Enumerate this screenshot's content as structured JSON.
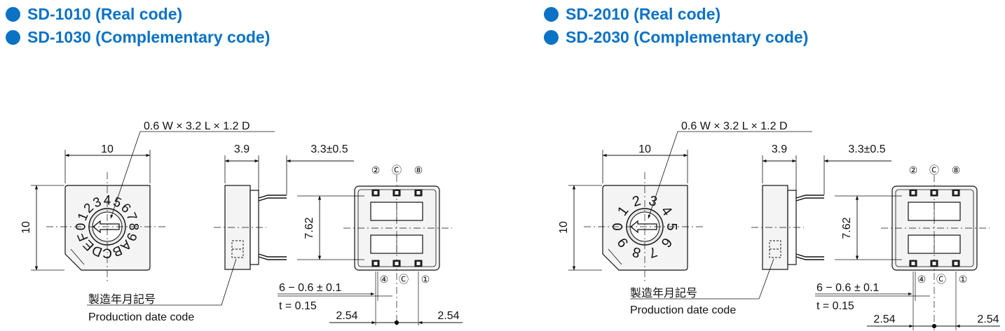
{
  "left_panel": {
    "headings": [
      "SD-1010 (Real code)",
      "SD-1030 (Complementary code)"
    ],
    "hex_digits": [
      "0",
      "1",
      "2",
      "3",
      "4",
      "5",
      "6",
      "7",
      "8",
      "9",
      "A",
      "B",
      "C",
      "D",
      "E",
      "F"
    ]
  },
  "right_panel": {
    "headings": [
      "SD-2010 (Real code)",
      "SD-2030 (Complementary code)"
    ],
    "dec_digits": [
      "0",
      "1",
      "2",
      "3",
      "4",
      "5",
      "6",
      "7",
      "8",
      "9"
    ]
  },
  "dims": {
    "slot": "0.6 W × 3.2 L × 1.2 D",
    "body_w": "10",
    "body_h": "10",
    "side_depth": "3.9",
    "pin_len": "3.3±0.5",
    "pin_pitch_v": "7.62",
    "pin_spec": "6 − 0.6 ± 0.1",
    "thickness": "t = 0.15",
    "pin_pitch_h": "2.54",
    "date_label_jp": "製造年月記号",
    "date_label_en": "Production date code",
    "pin_top_labels": [
      "②",
      "Ⓒ",
      "⑧"
    ],
    "pin_bottom_labels": [
      "④",
      "Ⓒ",
      "①"
    ]
  },
  "colors": {
    "heading": "#0b72c4",
    "dial_ring": "#e6e6e6",
    "body_fill": "#f3f3f3",
    "pad_fill": "#222222"
  }
}
